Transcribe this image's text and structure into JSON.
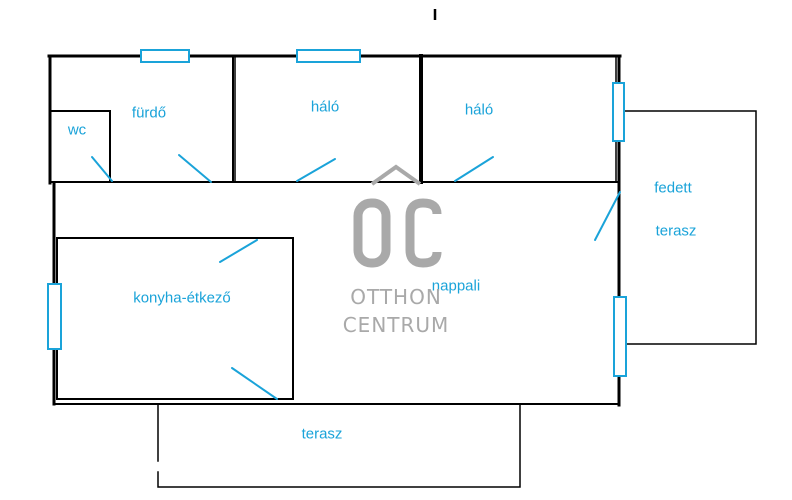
{
  "rooms": {
    "wc": "wc",
    "furdo": "fürdő",
    "halo1": "háló",
    "halo2": "háló",
    "fedett": "fedett",
    "fedett_terasz": "terasz",
    "nappali": "nappali",
    "konyha": "konyha-étkező",
    "terasz": "terasz"
  },
  "watermark": {
    "logo": "OC",
    "line1": "OTTHON",
    "line2": "CENTRUM"
  },
  "colors": {
    "labels": "#1aa3d9",
    "walls": "#000000",
    "watermark": "#a9a9a9"
  }
}
